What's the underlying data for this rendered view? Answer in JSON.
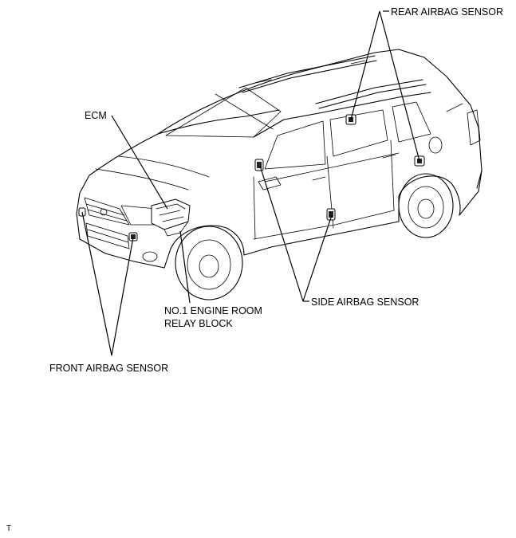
{
  "labels": {
    "rear": "REAR AIRBAG SENSOR",
    "ecm": "ECM",
    "side": "SIDE AIRBAG SENSOR",
    "relay_line1": "NO.1 ENGINE ROOM",
    "relay_line2": "RELAY BLOCK",
    "front": "FRONT AIRBAG SENSOR"
  },
  "footer_mark": "T"
}
